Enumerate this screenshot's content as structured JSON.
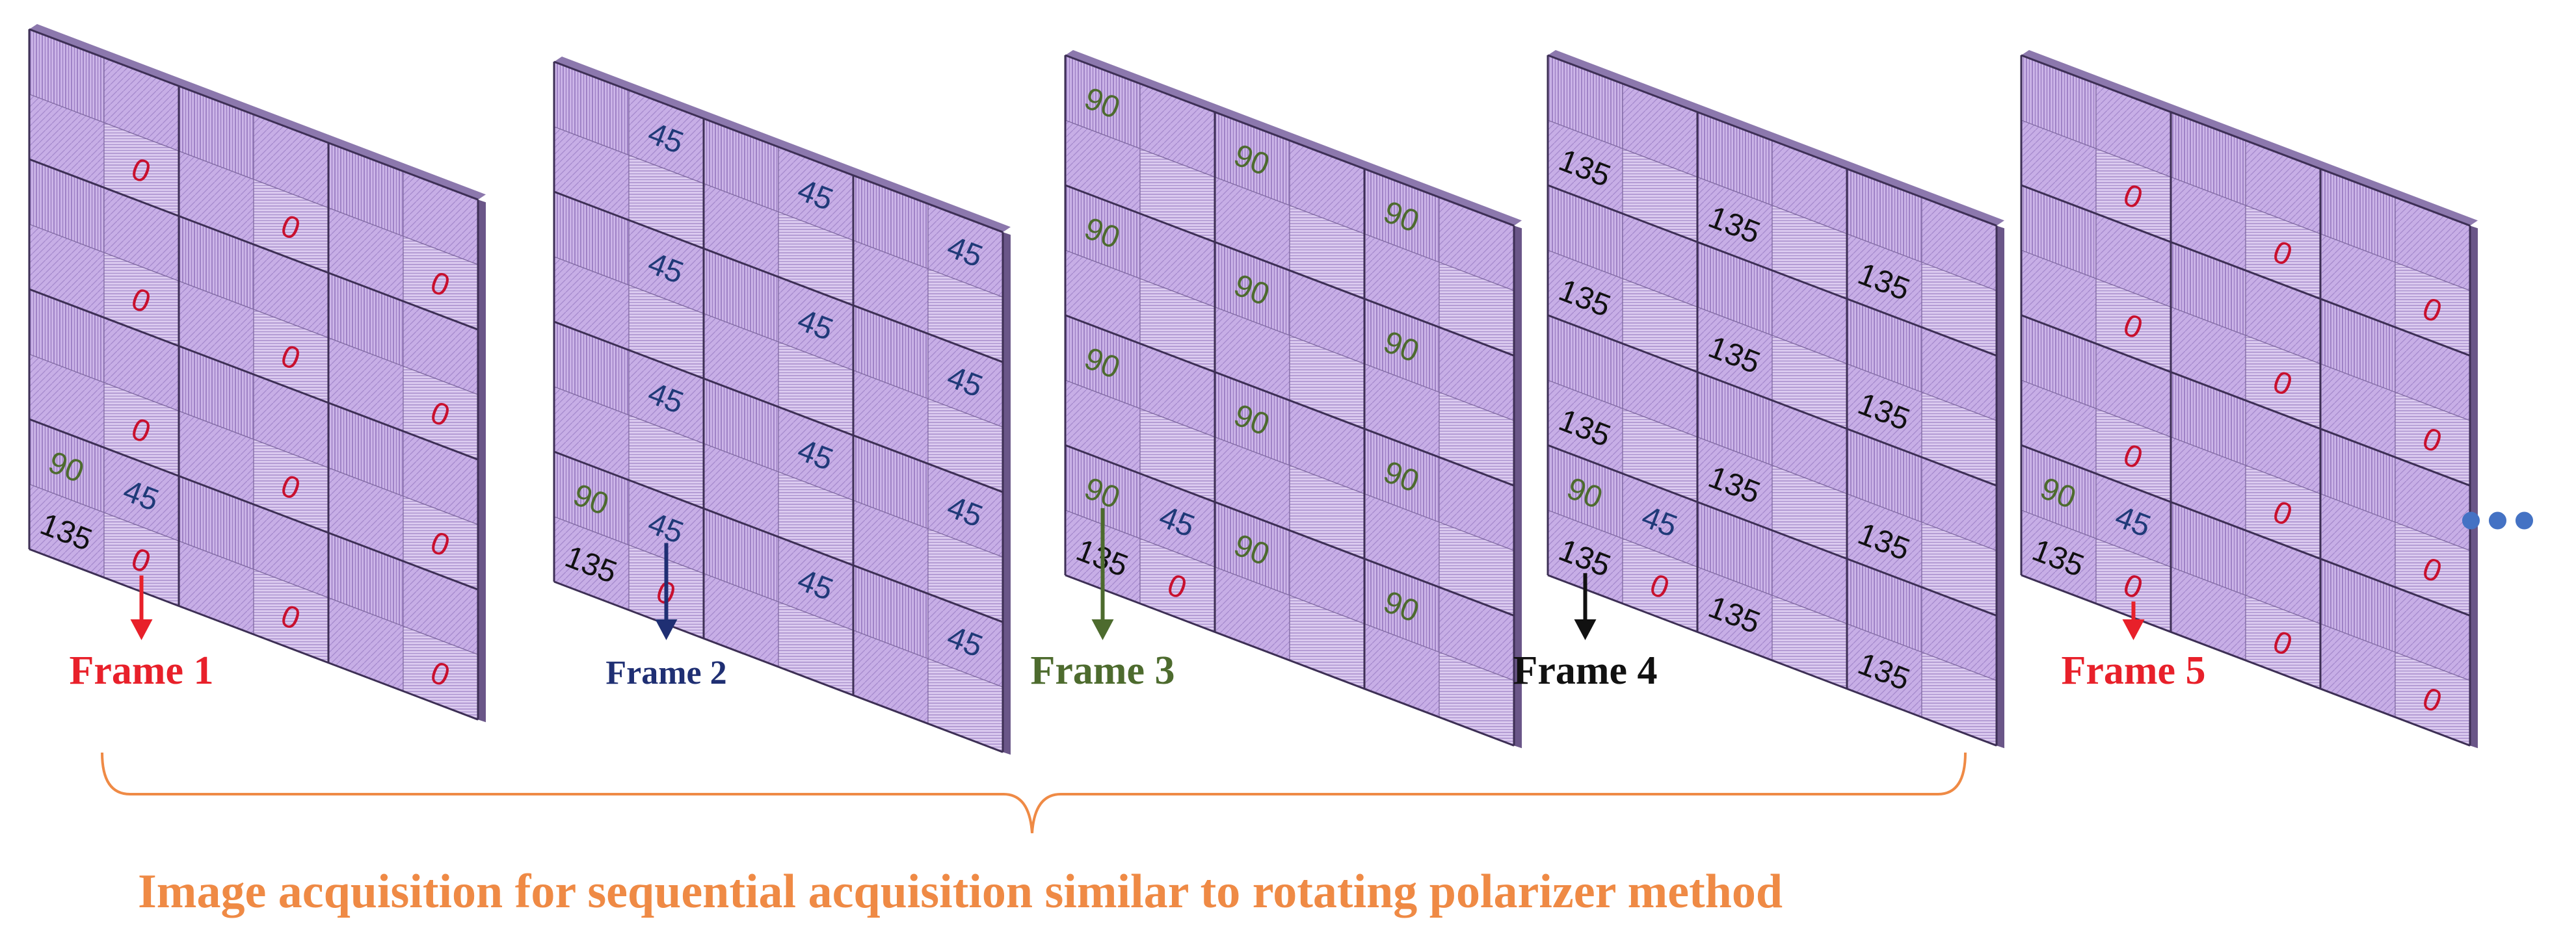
{
  "figure": {
    "caption": "Image acquisition for sequential acquisition similar to rotating polarizer method",
    "ellipsis": "•••"
  },
  "colors": {
    "frame1": "#e8202a",
    "frame2": "#1f2f73",
    "frame3": "#4d6b2e",
    "frame4": "#111111",
    "frame5": "#e8202a",
    "label_0": "#c8102e",
    "label_45": "#1f3a78",
    "label_90": "#4d6b2e",
    "label_135": "#111111",
    "brace": "#ef8a45",
    "caption": "#ef8a45",
    "dots": "#4472c4",
    "cell_light": "#d8c6ee",
    "cell_mid": "#c5abe3",
    "cell_dark": "#b795de"
  },
  "polarizer_angles": [
    "0",
    "45",
    "90",
    "135"
  ],
  "frames": [
    {
      "label": "Frame 1",
      "highlight": "0",
      "cluster": true
    },
    {
      "label": "Frame 2",
      "highlight": "45",
      "cluster": true
    },
    {
      "label": "Frame 3",
      "highlight": "90",
      "cluster": true
    },
    {
      "label": "Frame 4",
      "highlight": "135",
      "cluster": true
    },
    {
      "label": "Frame 5",
      "highlight": "0",
      "cluster": true
    }
  ]
}
